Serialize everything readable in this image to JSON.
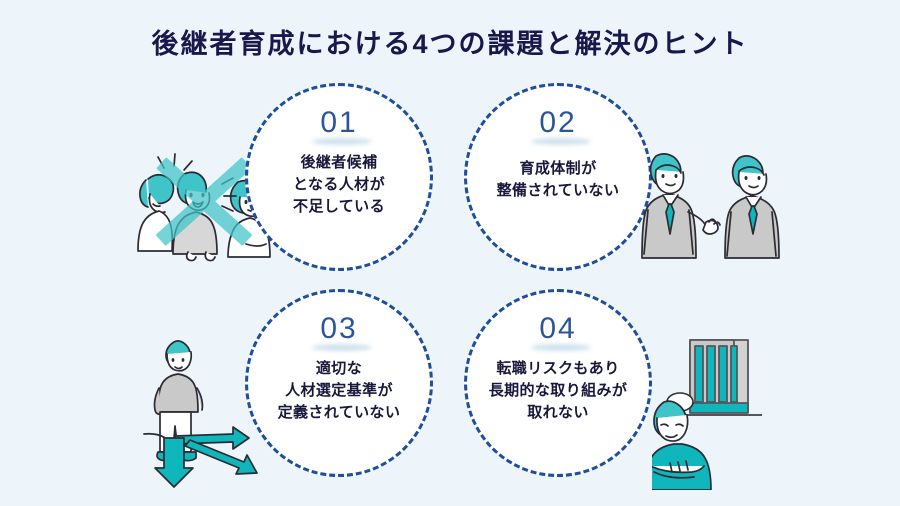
{
  "page": {
    "title": "後継者育成における4つの課題と解決のヒント",
    "background_color": "#eef5fa",
    "navy": "#17184b",
    "dash_blue": "#1d4f9e",
    "number_blue": "#2a5699",
    "teal": "#3fc4c9",
    "gray": "#c9c9c9"
  },
  "items": [
    {
      "number": "01",
      "lines": [
        "後継者候補",
        "となる人材が",
        "不足している"
      ],
      "text": "後継者候補となる人材が不足している",
      "illustration": "three-people-with-x-mark"
    },
    {
      "number": "02",
      "lines": [
        "育成体制が",
        "整備されていない"
      ],
      "text": "育成体制が整備されていない",
      "illustration": "two-businessmen"
    },
    {
      "number": "03",
      "lines": [
        "適切な",
        "人材選定基準が",
        "定義されていない"
      ],
      "text": "適切な人材選定基準が定義されていない",
      "illustration": "person-at-crossroads-arrows"
    },
    {
      "number": "04",
      "lines": [
        "転職リスクもあり",
        "長期的な取り組みが",
        "取れない"
      ],
      "text": "転職リスクもあり長期的な取り組みが取れない",
      "illustration": "worried-person-and-office-building"
    }
  ]
}
